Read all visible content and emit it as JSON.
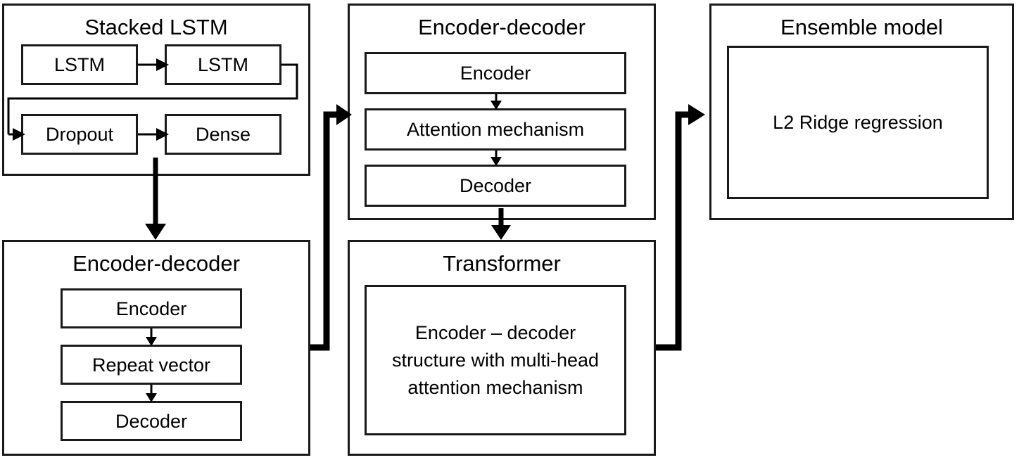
{
  "diagram": {
    "title_text": "",
    "colors": {
      "stroke": "#1a1a1a",
      "line": "#000000",
      "background": "#ffffff"
    },
    "panels": {
      "stacked_lstm": {
        "title": "Stacked LSTM",
        "nodes": {
          "lstm_1": "LSTM",
          "lstm_2": "LSTM",
          "dropout": "Dropout",
          "dense": "Dense"
        }
      },
      "encoder_decoder_left": {
        "title": "Encoder-decoder",
        "nodes": {
          "encoder": "Encoder",
          "repeat_vector": "Repeat vector",
          "decoder": "Decoder"
        }
      },
      "encoder_decoder_middle": {
        "title": "Encoder-decoder",
        "nodes": {
          "encoder": "Encoder",
          "attention": "Attention mechanism",
          "decoder": "Decoder"
        }
      },
      "transformer": {
        "title": "Transformer",
        "nodes": {
          "body": "Encoder – decoder structure with multi-head attention mechanism"
        }
      },
      "ensemble_model": {
        "title": "Ensemble model",
        "nodes": {
          "ridge": "L2 Ridge regression"
        }
      }
    },
    "connectors": [
      {
        "name": "lstm1-to-lstm2",
        "from": "lstm_1",
        "to": "lstm_2",
        "style": "thin-arrow"
      },
      {
        "name": "lstm2-to-dropout-feedback",
        "from": "lstm_2",
        "to": "dropout",
        "style": "thin-arrow-wraparound"
      },
      {
        "name": "dropout-to-dense",
        "from": "dropout",
        "to": "dense",
        "style": "thin-arrow"
      },
      {
        "name": "stacked-lstm-to-encoder-decoder-left",
        "from": "stacked_lstm",
        "to": "encoder_decoder_left",
        "style": "thick-arrow-down"
      },
      {
        "name": "encoder-to-repeat-vector",
        "from": "encoder",
        "to": "repeat_vector",
        "style": "thin-arrow-down"
      },
      {
        "name": "repeat-vector-to-decoder",
        "from": "repeat_vector",
        "to": "decoder",
        "style": "thin-arrow-down"
      },
      {
        "name": "left-column-to-middle-column",
        "from": "encoder_decoder_left",
        "to": "encoder_decoder_middle",
        "style": "fat-elbow-arrow"
      },
      {
        "name": "encoder-to-attention",
        "from": "encoder",
        "to": "attention",
        "style": "thin-arrow-down"
      },
      {
        "name": "attention-to-decoder",
        "from": "attention",
        "to": "decoder",
        "style": "thin-arrow-down"
      },
      {
        "name": "encoder-decoder-middle-to-transformer",
        "from": "encoder_decoder_middle",
        "to": "transformer",
        "style": "thick-arrow-down"
      },
      {
        "name": "middle-column-to-ensemble",
        "from": "transformer",
        "to": "ensemble_model",
        "style": "fat-elbow-arrow"
      }
    ]
  }
}
